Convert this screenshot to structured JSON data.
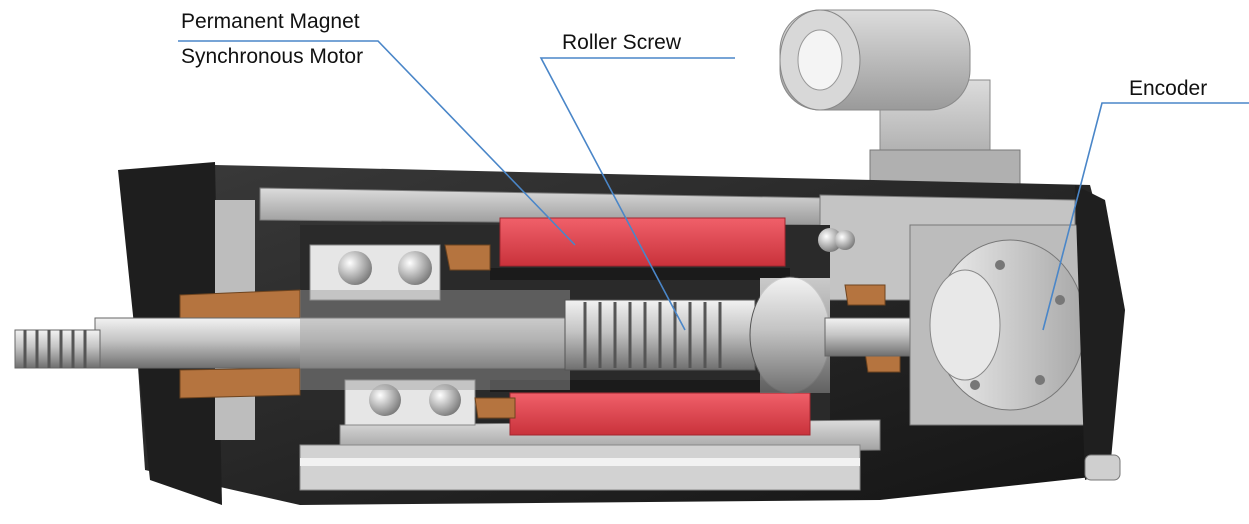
{
  "labels": {
    "pm_line1": "Permanent Magnet",
    "pm_line2": "Synchronous Motor",
    "roller_screw": "Roller Screw",
    "encoder": "Encoder"
  },
  "colors": {
    "leader_line": "#4a86c8",
    "magnet": "#e4474f",
    "housing_dark": "#2b2b2b",
    "housing_light": "#c9c9c9",
    "bronze": "#b5743f"
  }
}
